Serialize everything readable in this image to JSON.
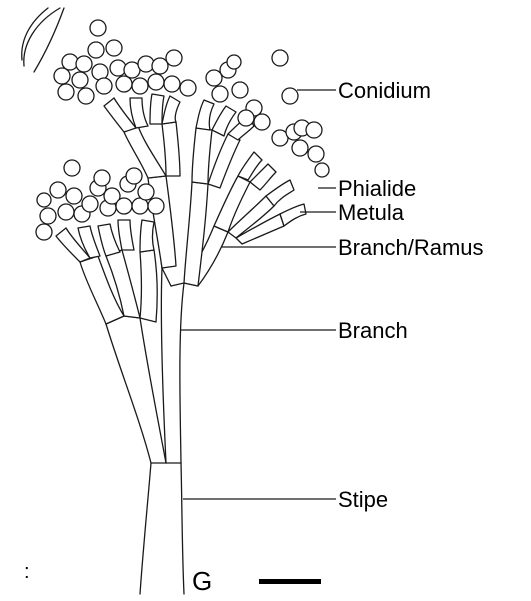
{
  "figure": {
    "panel_letter": "G",
    "labels": {
      "conidium": "Conidium",
      "phialide": "Phialide",
      "metula": "Metula",
      "branch_ramus": "Branch/Ramus",
      "branch": "Branch",
      "stipe": "Stipe"
    },
    "edge_mark": ":"
  },
  "colors": {
    "line": "#1a1a1a",
    "background": "#ffffff"
  }
}
